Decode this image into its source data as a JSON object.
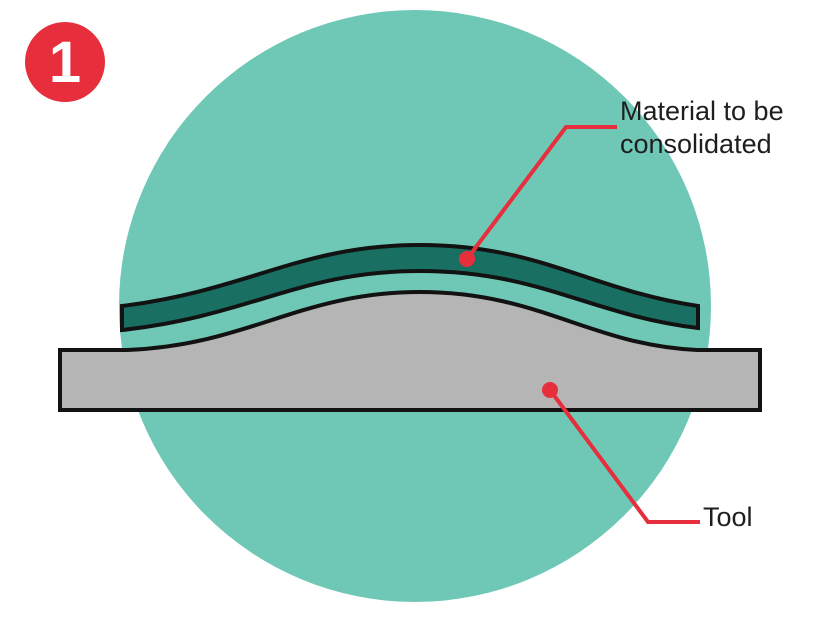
{
  "figure": {
    "title": "Consolidation process diagram - step 1",
    "step_number": "1",
    "labels": {
      "material_line1": "Material to be",
      "material_line2": "consolidated",
      "tool": "Tool"
    }
  },
  "colors": {
    "background": "#ffffff",
    "background_circle_teal": "#6fc8b6",
    "material_band_dark_teal": "#1a6f63",
    "tool_gray": "#b5b5b5",
    "outline_black": "#121212",
    "callout_red": "#e62e3d",
    "badge_red": "#e62e3d",
    "badge_number_white": "#ffffff",
    "label_text": "#1e1e1e"
  }
}
